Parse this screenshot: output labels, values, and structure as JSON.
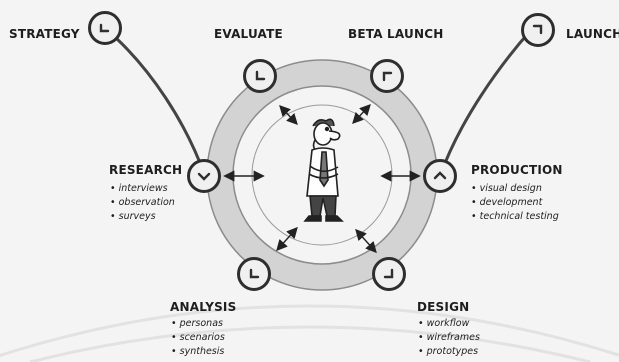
{
  "stages": {
    "strategy": "STRATEGY",
    "evaluate": "EVALUATE",
    "beta_launch": "BETA LAUNCH",
    "launch": "LAUNCH",
    "research": {
      "title": "RESEARCH",
      "items": [
        "interviews",
        "observation",
        "surveys"
      ]
    },
    "production": {
      "title": "PRODUCTION",
      "items": [
        "visual design",
        "development",
        "technical testing"
      ]
    },
    "analysis": {
      "title": "ANALYSIS",
      "items": [
        "personas",
        "scenarios",
        "synthesis"
      ]
    },
    "design": {
      "title": "DESIGN",
      "items": [
        "workflow",
        "wireframes",
        "prototypes"
      ]
    }
  },
  "icons": {
    "strategy_node": "chevron-check-icon",
    "launch_node": "chevron-corner-icon",
    "evaluate_node": "chevron-left-icon",
    "beta_launch_node": "chevron-up-left-icon",
    "research_node": "chevron-down-icon",
    "production_node": "chevron-up-icon",
    "analysis_node": "chevron-down-left-icon",
    "design_node": "chevron-down-right-icon",
    "center_figure": "person-icon"
  }
}
